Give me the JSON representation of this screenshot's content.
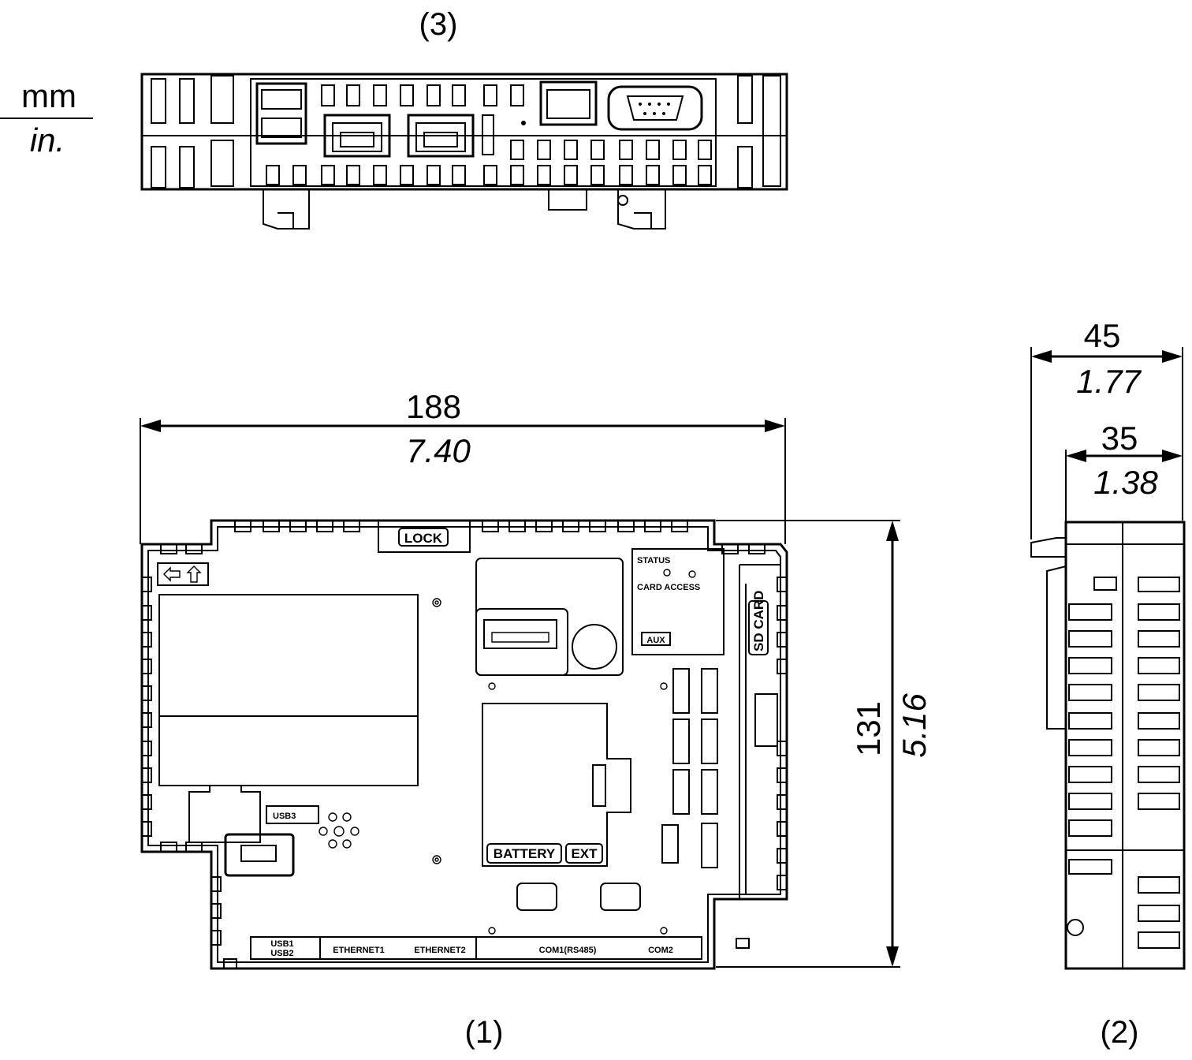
{
  "units": {
    "mm": "mm",
    "in": "in."
  },
  "views": {
    "front": "(1)",
    "side": "(2)",
    "top": "(3)"
  },
  "dimensions": {
    "width": {
      "mm": "188",
      "in": "7.40"
    },
    "height": {
      "mm": "131",
      "in": "5.16"
    },
    "depth_total": {
      "mm": "45",
      "in": "1.77"
    },
    "depth_body": {
      "mm": "35",
      "in": "1.38"
    }
  },
  "front_labels": {
    "lock": "LOCK",
    "status": "STATUS",
    "card_access": "CARD ACCESS",
    "aux": "AUX",
    "sd_card": "SD CARD",
    "usb3": "USB3",
    "battery": "BATTERY",
    "ext": "EXT",
    "usb1": "USB1",
    "usb2": "USB2",
    "ethernet1": "ETHERNET1",
    "ethernet2": "ETHERNET2",
    "com1": "COM1(RS485)",
    "com2": "COM2"
  }
}
